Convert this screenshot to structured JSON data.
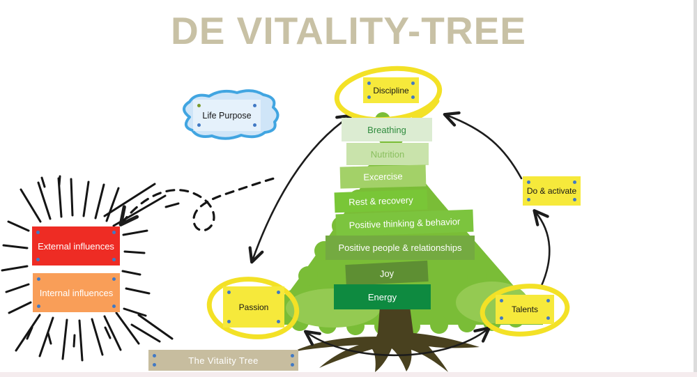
{
  "title": "DE VITALITY-TREE",
  "cloud": {
    "label": "Life Purpose"
  },
  "cycle": {
    "discipline": "Discipline",
    "do_activate": "Do & activate",
    "talents": "Talents",
    "passion": "Passion"
  },
  "influences": {
    "external": "External influences",
    "internal": "Internal influences"
  },
  "tree": {
    "layers": [
      {
        "label": "Breathing",
        "bg": "#dcecd2",
        "fg": "#2f8b3e"
      },
      {
        "label": "Nutrition",
        "bg": "#c9e3ab",
        "fg": "#8abf5e"
      },
      {
        "label": "Excercise",
        "bg": "#a3d168",
        "fg": "#ffffff"
      },
      {
        "label": "Rest & recovery",
        "bg": "#79c637",
        "fg": "#ffffff"
      },
      {
        "label": "Positive thinking & behavior",
        "bg": "#7cc43e",
        "fg": "#ffffff"
      },
      {
        "label": "Positive people & relationships",
        "bg": "#74aa41",
        "fg": "#ffffff"
      },
      {
        "label": "Joy",
        "bg": "#5e8f33",
        "fg": "#ffffff"
      },
      {
        "label": "Energy",
        "bg": "#0e8a40",
        "fg": "#ffffff"
      }
    ],
    "canopy_color": "#7abd37",
    "trunk_color": "#49411f"
  },
  "footer": {
    "label": "The Vitality Tree"
  },
  "accent_colors": {
    "highlight_yellow": "#f6e93b",
    "ring_yellow": "#f3e126",
    "external_red": "#ee2c24",
    "internal_orange": "#f99e58",
    "cloud_blue": "#41a5e1",
    "title_tan": "#c8c1a5",
    "footer_tan": "#c7bd9f",
    "arrow_black": "#1c1c1c",
    "handle_blue": "#4179c4"
  }
}
